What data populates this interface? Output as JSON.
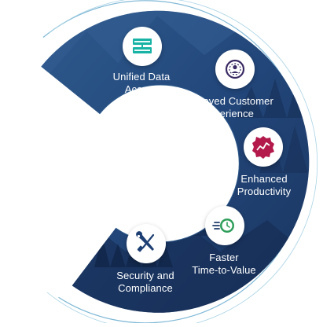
{
  "colors": {
    "ring_dark": "#1e3d6b",
    "ring_mid": "#2b5180",
    "outline": "#7fb8d6",
    "icon_teal": "#19b3a6",
    "icon_purple": "#3a2a63",
    "icon_crimson": "#b3194a",
    "icon_green": "#2f9e5a",
    "icon_navy": "#1d3f73"
  },
  "items": [
    {
      "label_line1": "Unified Data",
      "label_line2": "Access",
      "icon": "server-icon"
    },
    {
      "label_line1": "Improved Customer",
      "label_line2": "Experience",
      "icon": "customer-target-icon"
    },
    {
      "label_line1": "Enhanced",
      "label_line2": "Productivity",
      "icon": "productivity-chart-icon"
    },
    {
      "label_line1": "Faster",
      "label_line2": "Time-to-Value",
      "icon": "fast-clock-icon"
    },
    {
      "label_line1": "Security and",
      "label_line2": "Compliance",
      "icon": "wrench-screwdriver-icon"
    }
  ]
}
